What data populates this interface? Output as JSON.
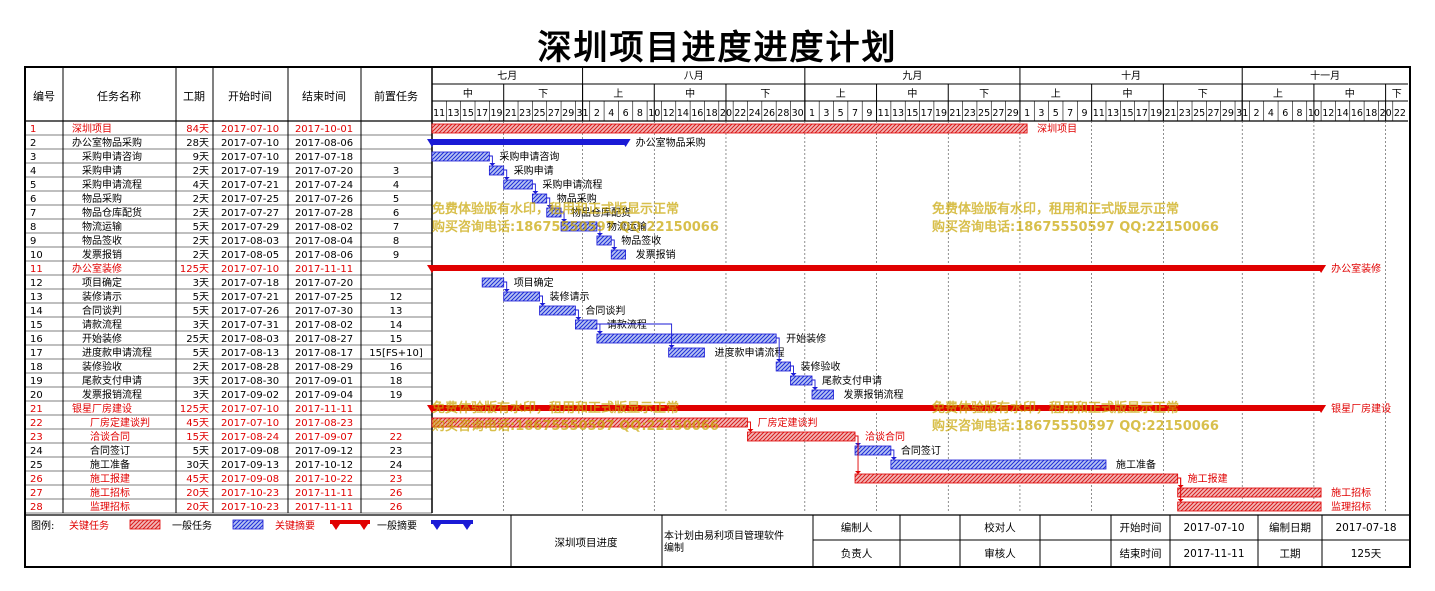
{
  "title": "深圳项目进度进度计划",
  "columns": [
    "编号",
    "任务名称",
    "工期",
    "开始时间",
    "结束时间",
    "前置任务"
  ],
  "timescale": {
    "months": [
      "七月",
      "八月",
      "九月",
      "十月",
      "十一月"
    ],
    "periods": [
      "中",
      "下",
      "上",
      "中",
      "下",
      "上",
      "中",
      "下",
      "上",
      "中",
      "下",
      "上",
      "中",
      "下"
    ]
  },
  "watermark": {
    "line1": "免费体验版有水印，租用和正式版显示正常",
    "line2": "购买咨询电话:18675550597 QQ:22150066"
  },
  "legend": {
    "label": "图例:",
    "critical_task": "关键任务",
    "normal_task": "一般任务",
    "critical_summary": "关键摘要",
    "normal_summary": "一般摘要"
  },
  "footer": {
    "project_name": "深圳项目进度",
    "note": "本计划由易利项目管理软件编制",
    "compiler_label": "编制人",
    "checker_label": "校对人",
    "owner_label": "负责人",
    "reviewer_label": "审核人",
    "start_label": "开始时间",
    "start_value": "2017-07-10",
    "end_label": "结束时间",
    "end_value": "2017-11-11",
    "date_label": "编制日期",
    "date_value": "2017-07-18",
    "duration_label": "工期",
    "duration_value": "125天"
  },
  "chart_data": {
    "type": "gantt",
    "title": "深圳项目进度进度计划",
    "date_range": [
      "2017-07-11",
      "2017-11-21"
    ],
    "tasks": [
      {
        "id": "1",
        "name": "深圳项目",
        "duration": "84天",
        "start": "2017-07-10",
        "end": "2017-10-01",
        "pred": "",
        "kind": "critical",
        "indent": 0
      },
      {
        "id": "2",
        "name": "办公室物品采购",
        "duration": "28天",
        "start": "2017-07-10",
        "end": "2017-08-06",
        "pred": "",
        "kind": "summary",
        "indent": 0
      },
      {
        "id": "3",
        "name": "采购申请咨询",
        "duration": "9天",
        "start": "2017-07-10",
        "end": "2017-07-18",
        "pred": "",
        "kind": "normal",
        "indent": 1
      },
      {
        "id": "4",
        "name": "采购申请",
        "duration": "2天",
        "start": "2017-07-19",
        "end": "2017-07-20",
        "pred": "3",
        "kind": "normal",
        "indent": 1
      },
      {
        "id": "5",
        "name": "采购申请流程",
        "duration": "4天",
        "start": "2017-07-21",
        "end": "2017-07-24",
        "pred": "4",
        "kind": "normal",
        "indent": 1
      },
      {
        "id": "6",
        "name": "物品采购",
        "duration": "2天",
        "start": "2017-07-25",
        "end": "2017-07-26",
        "pred": "5",
        "kind": "normal",
        "indent": 1
      },
      {
        "id": "7",
        "name": "物品仓库配货",
        "duration": "2天",
        "start": "2017-07-27",
        "end": "2017-07-28",
        "pred": "6",
        "kind": "normal",
        "indent": 1
      },
      {
        "id": "8",
        "name": "物流运输",
        "duration": "5天",
        "start": "2017-07-29",
        "end": "2017-08-02",
        "pred": "7",
        "kind": "normal",
        "indent": 1
      },
      {
        "id": "9",
        "name": "物品签收",
        "duration": "2天",
        "start": "2017-08-03",
        "end": "2017-08-04",
        "pred": "8",
        "kind": "normal",
        "indent": 1
      },
      {
        "id": "10",
        "name": "发票报销",
        "duration": "2天",
        "start": "2017-08-05",
        "end": "2017-08-06",
        "pred": "9",
        "kind": "normal",
        "indent": 1
      },
      {
        "id": "11",
        "name": "办公室装修",
        "duration": "125天",
        "start": "2017-07-10",
        "end": "2017-11-11",
        "pred": "",
        "kind": "critical_summary",
        "indent": 0
      },
      {
        "id": "12",
        "name": "项目确定",
        "duration": "3天",
        "start": "2017-07-18",
        "end": "2017-07-20",
        "pred": "",
        "kind": "normal",
        "indent": 1
      },
      {
        "id": "13",
        "name": "装修请示",
        "duration": "5天",
        "start": "2017-07-21",
        "end": "2017-07-25",
        "pred": "12",
        "kind": "normal",
        "indent": 1
      },
      {
        "id": "14",
        "name": "合同谈判",
        "duration": "5天",
        "start": "2017-07-26",
        "end": "2017-07-30",
        "pred": "13",
        "kind": "normal",
        "indent": 1
      },
      {
        "id": "15",
        "name": "请款流程",
        "duration": "3天",
        "start": "2017-07-31",
        "end": "2017-08-02",
        "pred": "14",
        "kind": "normal",
        "indent": 1
      },
      {
        "id": "16",
        "name": "开始装修",
        "duration": "25天",
        "start": "2017-08-03",
        "end": "2017-08-27",
        "pred": "15",
        "kind": "normal",
        "indent": 1
      },
      {
        "id": "17",
        "name": "进度款申请流程",
        "duration": "5天",
        "start": "2017-08-13",
        "end": "2017-08-17",
        "pred": "15[FS+10]",
        "kind": "normal",
        "indent": 1
      },
      {
        "id": "18",
        "name": "装修验收",
        "duration": "2天",
        "start": "2017-08-28",
        "end": "2017-08-29",
        "pred": "16",
        "kind": "normal",
        "indent": 1
      },
      {
        "id": "19",
        "name": "尾款支付申请",
        "duration": "3天",
        "start": "2017-08-30",
        "end": "2017-09-01",
        "pred": "18",
        "kind": "normal",
        "indent": 1
      },
      {
        "id": "20",
        "name": "发票报销流程",
        "duration": "3天",
        "start": "2017-09-02",
        "end": "2017-09-04",
        "pred": "19",
        "kind": "normal",
        "indent": 1
      },
      {
        "id": "21",
        "name": "银星厂房建设",
        "duration": "125天",
        "start": "2017-07-10",
        "end": "2017-11-11",
        "pred": "",
        "kind": "critical_summary",
        "indent": 0
      },
      {
        "id": "22",
        "name": "厂房定建谈判",
        "duration": "45天",
        "start": "2017-07-10",
        "end": "2017-08-23",
        "pred": "",
        "kind": "critical",
        "indent": 2
      },
      {
        "id": "23",
        "name": "洽谈合同",
        "duration": "15天",
        "start": "2017-08-24",
        "end": "2017-09-07",
        "pred": "22",
        "kind": "critical",
        "indent": 2
      },
      {
        "id": "24",
        "name": "合同签订",
        "duration": "5天",
        "start": "2017-09-08",
        "end": "2017-09-12",
        "pred": "23",
        "kind": "normal",
        "indent": 2
      },
      {
        "id": "25",
        "name": "施工准备",
        "duration": "30天",
        "start": "2017-09-13",
        "end": "2017-10-12",
        "pred": "24",
        "kind": "normal",
        "indent": 2
      },
      {
        "id": "26",
        "name": "施工报建",
        "duration": "45天",
        "start": "2017-09-08",
        "end": "2017-10-22",
        "pred": "23",
        "kind": "critical",
        "indent": 2
      },
      {
        "id": "27",
        "name": "施工招标",
        "duration": "20天",
        "start": "2017-10-23",
        "end": "2017-11-11",
        "pred": "26",
        "kind": "critical",
        "indent": 2
      },
      {
        "id": "28",
        "name": "监理招标",
        "duration": "20天",
        "start": "2017-10-23",
        "end": "2017-11-11",
        "pred": "26",
        "kind": "critical",
        "indent": 2
      }
    ]
  }
}
